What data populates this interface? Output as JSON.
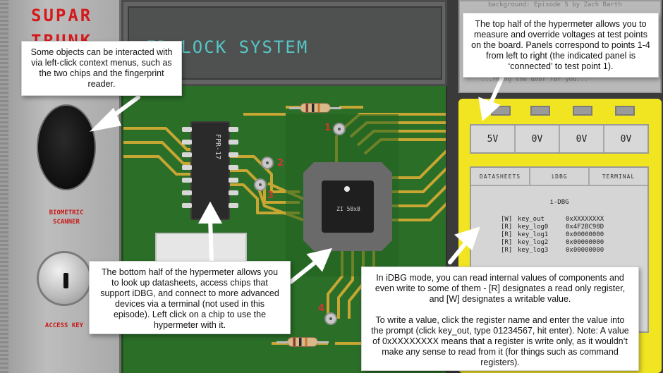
{
  "left_panel": {
    "logo_line1": "SUPAR",
    "logo_line2": "TRUNK",
    "scanner_label": "BIOMETRIC SCANNER",
    "key_label": "ACCESS KEY"
  },
  "top_display": {
    "text": "ID-LOCK SYSTEM"
  },
  "board": {
    "fpr_chip_label": "FPR-17",
    "zi_chip_label": "ZI 58x8",
    "test_points": [
      "1",
      "2",
      "3",
      "4"
    ]
  },
  "log": {
    "line1": "background: Episode 5 by Zach Barth",
    "line2": "...rming the door for you..."
  },
  "hypermeter": {
    "voltages": [
      "5V",
      "0V",
      "0V",
      "0V"
    ],
    "tabs": [
      "DATASHEETS",
      "iDBG",
      "TERMINAL"
    ],
    "idbg_title": "i-DBG",
    "registers": [
      {
        "access": "[W]",
        "name": "key_out",
        "value": "0xXXXXXXXX"
      },
      {
        "access": "[R]",
        "name": "key_log0",
        "value": "0x4F2BC98D"
      },
      {
        "access": "[R]",
        "name": "key_log1",
        "value": "0x00000000"
      },
      {
        "access": "[R]",
        "name": "key_log2",
        "value": "0x00000000"
      },
      {
        "access": "[R]",
        "name": "key_log3",
        "value": "0x00000000"
      }
    ]
  },
  "callouts": {
    "interact": "Some objects can be interacted with via left-click context menus, such as the two chips and the fingerprint reader.",
    "top_half": "The top half of the hypermeter allows you to measure and override voltages at test points on the board. Panels correspond to points 1-4 from left to right (the indicated panel is ‘connected’ to test point 1).",
    "bottom_half": "The bottom half of the hypermeter allows you to look up datasheets, access chips that support iDBG, and connect to more advanced devices via a terminal (not used in this episode). Left click on a chip to use the hypermeter with it.",
    "idbg_p1": "In iDBG mode, you can read internal values of components and even write to some of them - [R] designates a read only register, and [W] designates a writable value.",
    "idbg_p2": "To write a value, click the register name and enter the value into the prompt  (click key_out, type 01234567, hit enter). Note: A value of 0xXXXXXXXX means that a register is write only, as it wouldn’t make any sense to read from it (for things such as command registers)."
  }
}
